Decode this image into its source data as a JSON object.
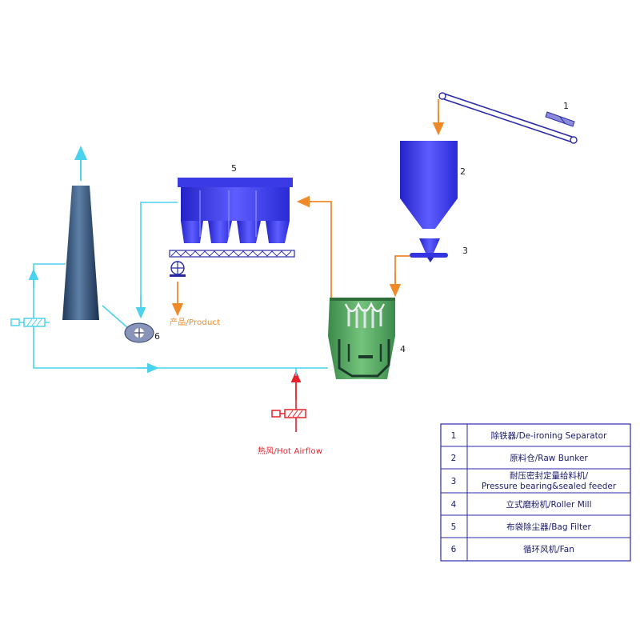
{
  "diagram": {
    "equipment_numbers": {
      "separator": "1",
      "bunker": "2",
      "feeder": "3",
      "mill": "4",
      "filter": "5",
      "fan": "6"
    },
    "labels": {
      "product": "产品/Product",
      "hot_airflow": "热风/Hot Airflow"
    },
    "colors": {
      "air_line": "#4ad2ee",
      "material_line": "#ef8a2a",
      "hot_air_line": "#e8202a",
      "equipment_blue": "#3d3df0",
      "mill_green": "#4a9a58",
      "chimney": "#2f4f78",
      "table_border": "#2a2aa8"
    }
  },
  "legend_table": {
    "rows": [
      {
        "no": "1",
        "name": "除铁器/De-ironing Separator"
      },
      {
        "no": "2",
        "name": "原料仓/Raw Bunker"
      },
      {
        "no": "3",
        "name": "耐压密封定量给料机/",
        "name2": "Pressure bearing&sealed feeder"
      },
      {
        "no": "4",
        "name": "立式磨粉机/Roller Mill"
      },
      {
        "no": "5",
        "name": "布袋除尘器/Bag Filter"
      },
      {
        "no": "6",
        "name": "循环风机/Fan"
      }
    ]
  }
}
